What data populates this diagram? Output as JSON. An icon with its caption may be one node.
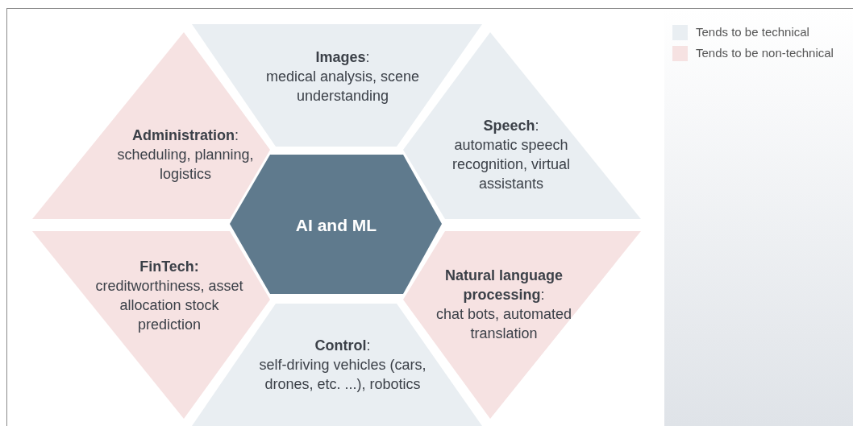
{
  "diagram": {
    "nodes": [
      {
        "text": [
          "AI and ML"
        ]
      },
      {
        "text": [
          "**Images**:",
          "medical analysis, scene understanding"
        ]
      },
      {
        "text": [
          "**Administration**:",
          "scheduling, planning, logistics"
        ]
      },
      {
        "text": [
          "**Speech**:",
          "automatic speech recognition, virtual assistants"
        ]
      },
      {
        "text": [
          "**FinTech:**",
          "creditworthiness, asset allocation stock prediction"
        ]
      },
      {
        "text": [
          "**Natural language processing**:",
          "chat bots, automated translation"
        ]
      },
      {
        "text": [
          "**Control**:",
          "self-driving vehicles (cars, drones, etc. ...), robotics"
        ]
      }
    ],
    "edges": [],
    "legend": [
      {
        "text": "Tends to be technical",
        "color": "#e9eef2"
      },
      {
        "text": "Tends to be non-technical",
        "color": "#f6e2e2"
      }
    ]
  }
}
